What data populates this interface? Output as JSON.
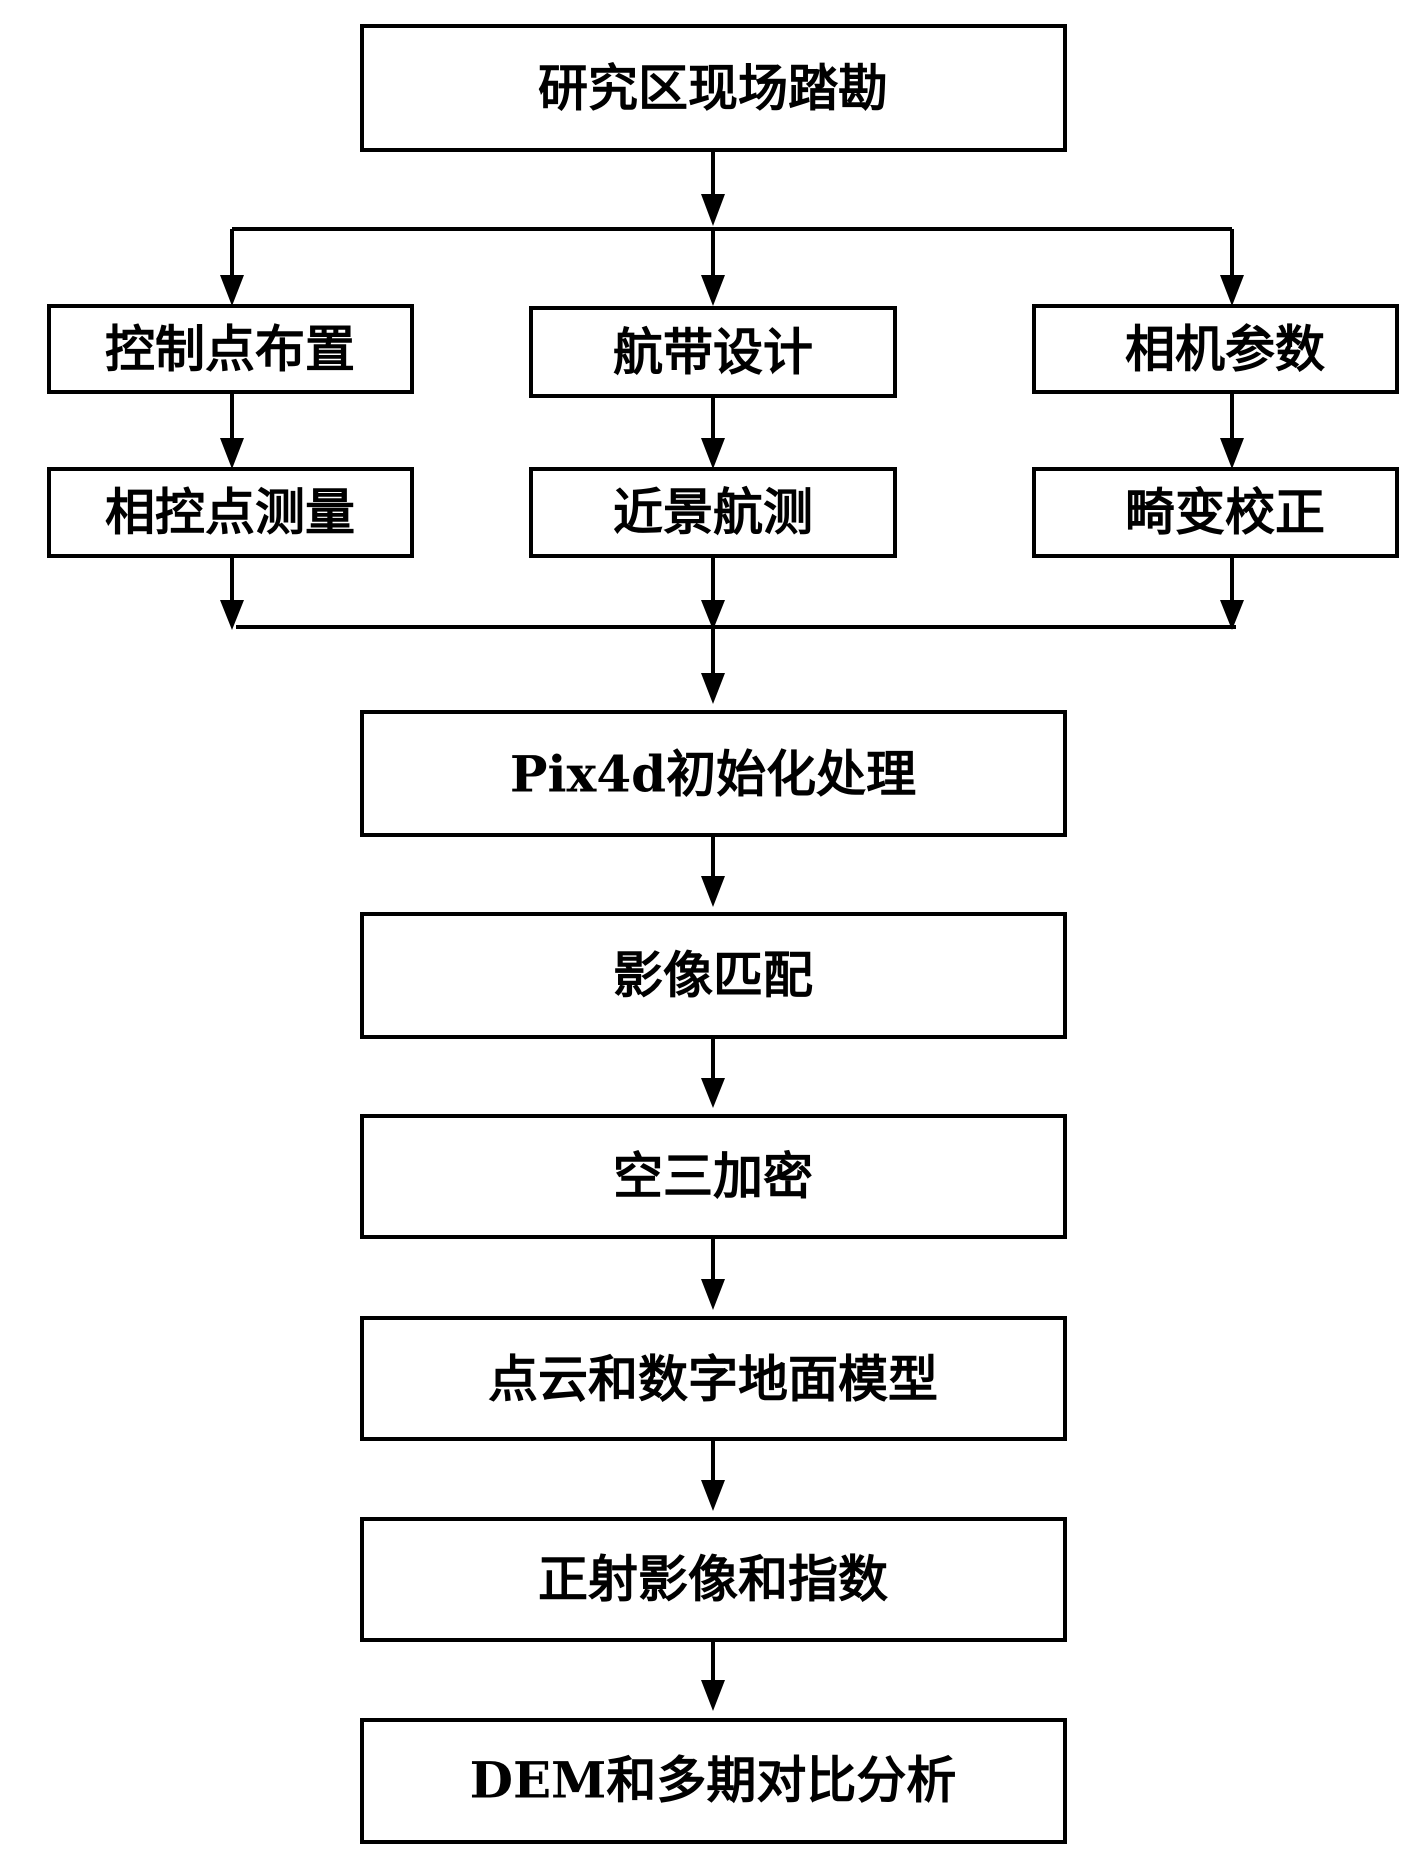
{
  "diagram": {
    "type": "flowchart",
    "nodes": {
      "survey": "研究区现场踏勘",
      "control_layout": "控制点布置",
      "strip_design": "航带设计",
      "camera_params": "相机参数",
      "gcp_measure": "相控点测量",
      "close_range_flight": "近景航测",
      "distortion_correction": "畸变校正",
      "pix4d_init": "Pix4d初始化处理",
      "image_matching": "影像匹配",
      "aerial_triangulation": "空三加密",
      "pointcloud_dtm": "点云和数字地面模型",
      "ortho_index": "正射影像和指数",
      "dem_analysis": "DEM和多期对比分析"
    },
    "edges": [
      [
        "survey",
        "control_layout"
      ],
      [
        "survey",
        "strip_design"
      ],
      [
        "survey",
        "camera_params"
      ],
      [
        "control_layout",
        "gcp_measure"
      ],
      [
        "strip_design",
        "close_range_flight"
      ],
      [
        "camera_params",
        "distortion_correction"
      ],
      [
        "gcp_measure",
        "pix4d_init"
      ],
      [
        "close_range_flight",
        "pix4d_init"
      ],
      [
        "distortion_correction",
        "pix4d_init"
      ],
      [
        "pix4d_init",
        "image_matching"
      ],
      [
        "image_matching",
        "aerial_triangulation"
      ],
      [
        "aerial_triangulation",
        "pointcloud_dtm"
      ],
      [
        "pointcloud_dtm",
        "ortho_index"
      ],
      [
        "ortho_index",
        "dem_analysis"
      ]
    ],
    "colors": {
      "stroke": "#000000",
      "fill": "#ffffff",
      "text": "#000000"
    }
  }
}
